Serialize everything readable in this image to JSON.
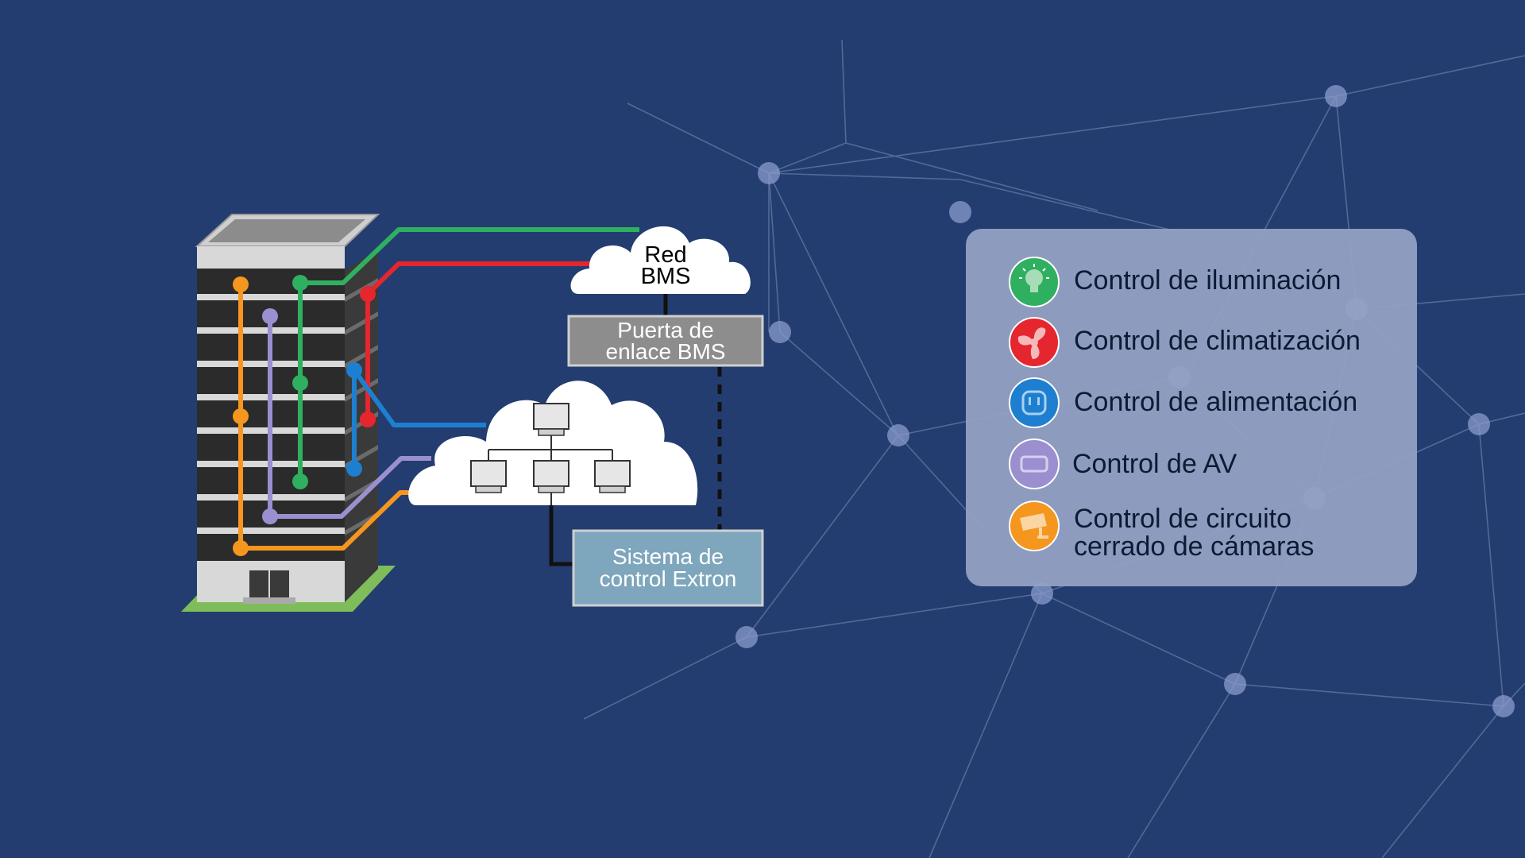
{
  "diagram": {
    "cloud_bms": {
      "line1": "Red",
      "line2": "BMS"
    },
    "gateway": {
      "line1": "Puerta de",
      "line2": "enlace BMS"
    },
    "extron": {
      "line1": "Sistema de",
      "line2": "control Extron"
    }
  },
  "legend": {
    "items": [
      {
        "label": "Control de iluminación",
        "color": "#2fb060",
        "icon": "lightbulb-icon"
      },
      {
        "label": "Control de climatización",
        "color": "#e5262e",
        "icon": "fan-icon"
      },
      {
        "label": "Control de alimentación",
        "color": "#1e7fd0",
        "icon": "power-outlet-icon"
      },
      {
        "label": "Control de AV",
        "color": "#9b8fd0",
        "icon": "av-device-icon"
      },
      {
        "label": "Control de circuito",
        "label2": "cerrado de cámaras",
        "color": "#f5961e",
        "icon": "cctv-camera-icon"
      }
    ]
  },
  "colors": {
    "background": "#233d70",
    "lighting": "#2fb060",
    "climate": "#e5262e",
    "power": "#1e7fd0",
    "av": "#9b8fd0",
    "cctv": "#f5961e"
  }
}
